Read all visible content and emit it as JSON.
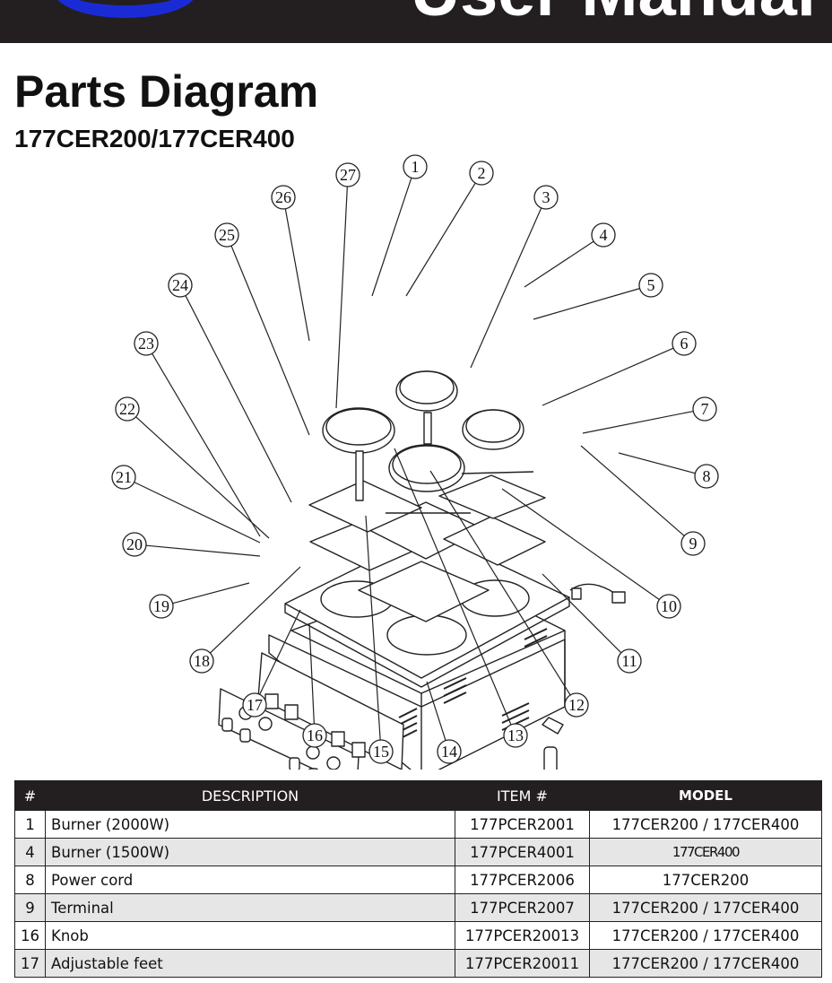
{
  "header": {
    "banner_text": "User Manual"
  },
  "page": {
    "title": "Parts Diagram",
    "subtitle": "177CER200/177CER400"
  },
  "diagram": {
    "callouts": [
      "1",
      "2",
      "3",
      "4",
      "5",
      "6",
      "7",
      "8",
      "9",
      "10",
      "11",
      "12",
      "13",
      "14",
      "15",
      "16",
      "17",
      "18",
      "19",
      "20",
      "21",
      "22",
      "23",
      "24",
      "25",
      "26",
      "27"
    ]
  },
  "table": {
    "headers": {
      "num": "#",
      "description": "DESCRIPTION",
      "item": "ITEM #",
      "model": "MODEL"
    },
    "rows": [
      {
        "num": "1",
        "description": "Burner (2000W)",
        "item": "177PCER2001",
        "model": "177CER200 / 177CER400"
      },
      {
        "num": "4",
        "description": "Burner (1500W)",
        "item": "177PCER4001",
        "model": "177CER400"
      },
      {
        "num": "8",
        "description": "Power cord",
        "item": "177PCER2006",
        "model": "177CER200"
      },
      {
        "num": "9",
        "description": "Terminal",
        "item": "177PCER2007",
        "model": "177CER200 / 177CER400"
      },
      {
        "num": "16",
        "description": "Knob",
        "item": "177PCER20013",
        "model": "177CER200 / 177CER400"
      },
      {
        "num": "17",
        "description": "Adjustable feet",
        "item": "177PCER20011",
        "model": "177CER200 / 177CER400"
      }
    ]
  }
}
